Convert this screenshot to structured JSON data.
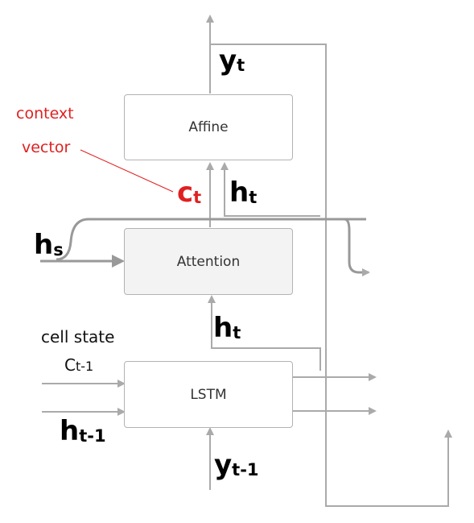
{
  "boxes": {
    "affine": "Affine",
    "attention": "Attention",
    "lstm": "LSTM"
  },
  "labels": {
    "y_t": {
      "base": "y",
      "sub": "t"
    },
    "c_t": {
      "base": "c",
      "sub": "t"
    },
    "h_t_top": {
      "base": "h",
      "sub": "t"
    },
    "h_s": {
      "base": "h",
      "sub": "s"
    },
    "h_t_mid": {
      "base": "h",
      "sub": "t"
    },
    "h_t_minus_1": {
      "base": "h",
      "sub": "t-1"
    },
    "y_t_minus_1": {
      "base": "y",
      "sub": "t-1"
    },
    "c_t_minus_1": {
      "base": "C",
      "sub": "t-1"
    },
    "cell_state": "cell state",
    "context_line1": "context",
    "context_line2": "vector"
  },
  "colors": {
    "line": "#aaaaaa",
    "box_border": "#b3b3b3",
    "attention_fill": "#f3f3f3",
    "annotation_red": "#e02020"
  }
}
